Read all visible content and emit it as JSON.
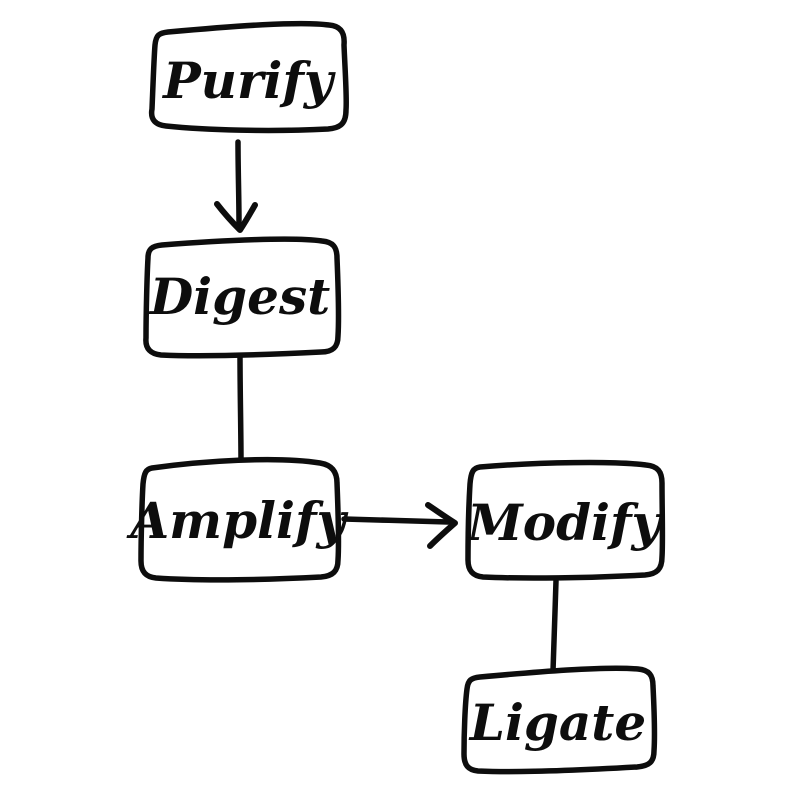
{
  "diagram": {
    "type": "flowchart",
    "style": "hand-drawn-sketch",
    "background_color": "#ffffff",
    "stroke_color": "#0d0d0d",
    "nodes": [
      {
        "id": "purify",
        "label": "Purify"
      },
      {
        "id": "digest",
        "label": "Digest"
      },
      {
        "id": "amplify",
        "label": "Amplify"
      },
      {
        "id": "modify",
        "label": "Modify"
      },
      {
        "id": "ligate",
        "label": "Ligate"
      }
    ],
    "edges": [
      {
        "from": "Purify",
        "to": "Digest",
        "connector": "arrow",
        "direction": "down"
      },
      {
        "from": "Digest",
        "to": "Amplify",
        "connector": "line",
        "direction": "down"
      },
      {
        "from": "Amplify",
        "to": "Modify",
        "connector": "arrow",
        "direction": "right"
      },
      {
        "from": "Modify",
        "to": "Ligate",
        "connector": "line",
        "direction": "down"
      }
    ]
  }
}
